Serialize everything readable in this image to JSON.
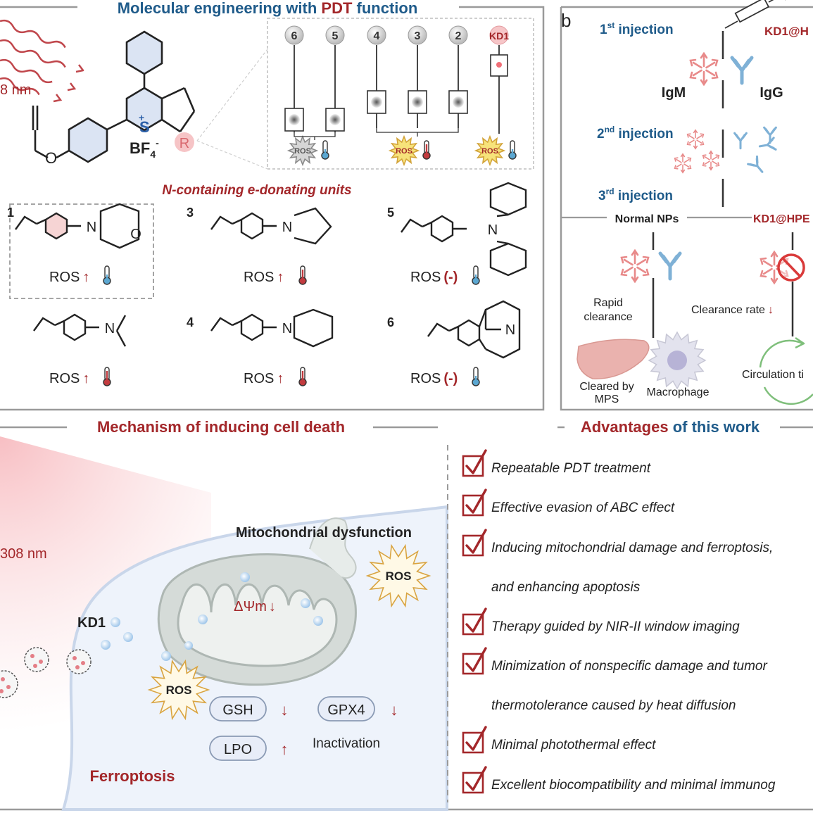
{
  "colors": {
    "blue": "#1f5b8a",
    "red": "#a3272a",
    "frame": "#9a9a9a",
    "antibody_blue": "#7fb1d6",
    "antibody_red": "#e88a8a"
  },
  "panel_a": {
    "title_part1": "Molecular engineering with ",
    "title_part2": "PDT",
    "title_part3": " function",
    "laser_label": "8 nm",
    "counter_ion": "BF",
    "counter_sub": "4",
    "counter_sup": "-",
    "sulfur": "S",
    "sulfur_charge": "+",
    "oxygen": "O",
    "r_group": "R",
    "compounds_top": [
      "6",
      "5",
      "4",
      "3",
      "2",
      "KD1"
    ],
    "ros_badge": "ROS",
    "donor_title": "N-containing e-donating units",
    "donors": [
      {
        "id": "1",
        "ros": "ROS",
        "trend": "↑"
      },
      {
        "id": "3",
        "ros": "ROS",
        "trend": "↑"
      },
      {
        "id": "5",
        "ros": "ROS",
        "trend": "(-)"
      },
      {
        "id": "",
        "ros": "ROS",
        "trend": "↑"
      },
      {
        "id": "4",
        "ros": "ROS",
        "trend": "↑"
      },
      {
        "id": "6",
        "ros": "ROS",
        "trend": "(-)"
      }
    ],
    "atom_n": "N",
    "atom_o": "O"
  },
  "panel_b": {
    "label": "b",
    "inj1": "1",
    "inj1_sup": "st",
    "inj1_word": " injection",
    "inj2": "2",
    "inj2_sup": "nd",
    "inj2_word": " injection",
    "inj3": "3",
    "inj3_sup": "rd",
    "inj3_word": " injection",
    "agent": "KD1@H",
    "igm": "IgM",
    "igg": "IgG",
    "normal": "Normal NPs",
    "kd1hpe": "KD1@HPE",
    "rapid1": "Rapid",
    "rapid2": "clearance",
    "clearance_rate": "Clearance rate",
    "down_arrow": "↓",
    "cleared1": "Cleared by",
    "cleared2": "MPS",
    "macrophage": "Macrophage",
    "circulation": "Circulation ti"
  },
  "panel_c": {
    "title_part1": "Mechanism ",
    "title_part2": "of inducing cell death",
    "laser": "308 nm",
    "mito": "Mitochondrial dysfunction",
    "ros": "ROS",
    "delta_psi": "ΔΨm",
    "down": "↓",
    "up": "↑",
    "kd1": "KD1",
    "gsh": "GSH",
    "gpx4": "GPX4",
    "lpo": "LPO",
    "inactivation": "Inactivation",
    "ferroptosis": "Ferroptosis"
  },
  "panel_d": {
    "title_part1": "Advantages ",
    "title_part2": "of this work",
    "items": [
      "Repeatable PDT treatment",
      "Effective evasion of ABC effect",
      "Inducing mitochondrial damage and ferroptosis,",
      "and enhancing apoptosis",
      "Therapy guided by NIR-II window imaging",
      "Minimization of nonspecific damage and tumor",
      "thermotolerance caused by heat diffusion",
      "Minimal photothermal effect",
      "Excellent biocompatibility and minimal immunog"
    ]
  }
}
